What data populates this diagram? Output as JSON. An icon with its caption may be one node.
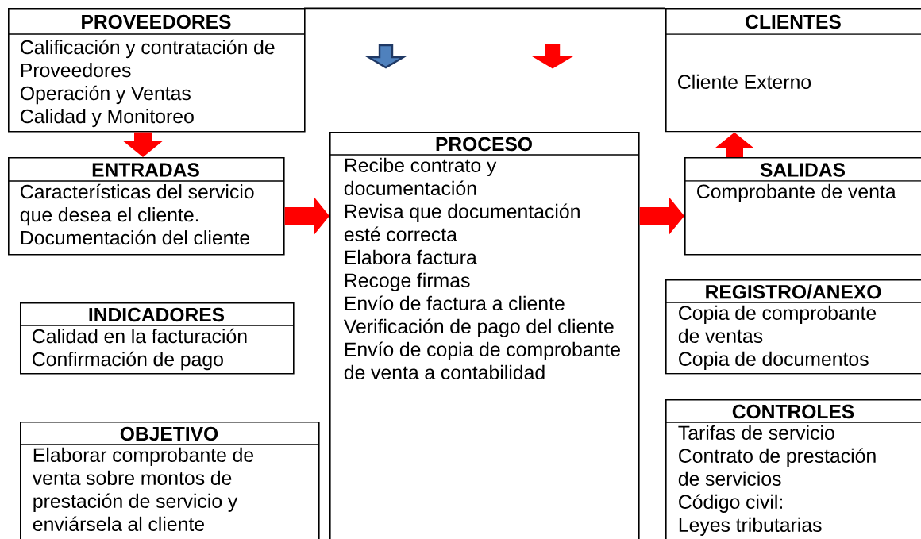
{
  "diagram": {
    "nodes": [
      {
        "text": [
          "PROVEEDORES",
          "Calificación y contratación de Proveedores",
          "Operación y Ventas",
          "Calidad y Monitoreo"
        ]
      },
      {
        "text": [
          "CLIENTES",
          "Cliente Externo"
        ]
      },
      {
        "text": [
          "PROCESO",
          "Recibe contrato y documentación",
          "Revisa que documentación esté correcta",
          "Elabora factura",
          "Recoge firmas",
          "Envío de factura a cliente",
          "Verificación de pago del cliente",
          "Envío de copia de comprobante de venta a contabilidad"
        ]
      },
      {
        "text": [
          "ENTRADAS",
          "Características del servicio que desea el cliente.",
          "Documentación del cliente"
        ]
      },
      {
        "text": [
          "SALIDAS",
          "Comprobante de venta"
        ]
      },
      {
        "text": [
          "REGISTRO/ANEXO",
          "Copia de comprobante de ventas",
          "Copia de documentos"
        ]
      },
      {
        "text": [
          "INDICADORES",
          "Calidad en la facturación",
          "Confirmación de pago"
        ]
      },
      {
        "text": [
          "CONTROLES",
          "Tarifas de servicio",
          "Contrato de prestación de servicios",
          "Código civil:",
          "Leyes tributarias"
        ]
      },
      {
        "text": [
          "OBJETIVO",
          "Elaborar comprobante de venta sobre montos de prestación de servicio y enviársela al cliente"
        ]
      }
    ],
    "edges": [
      {
        "from": 0,
        "to": 3,
        "arrow": "to"
      },
      {
        "from": 3,
        "to": 2,
        "arrow": "to"
      },
      {
        "from": 2,
        "to": 4,
        "arrow": "to"
      },
      {
        "from": 4,
        "to": 1,
        "arrow": "to"
      }
    ]
  }
}
